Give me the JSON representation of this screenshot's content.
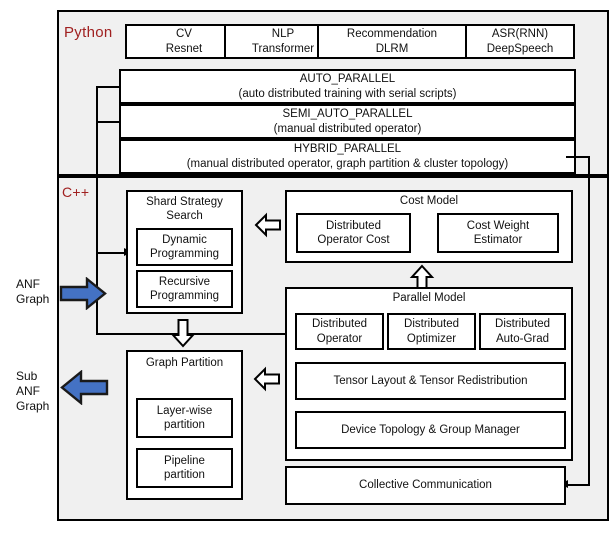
{
  "diagram": {
    "layers": {
      "python": {
        "label": "Python"
      },
      "cpp": {
        "label": "C++"
      }
    },
    "frontend_models": [
      {
        "line1": "CV",
        "line2": "Resnet"
      },
      {
        "line1": "NLP",
        "line2": "Transformer"
      },
      {
        "line1": "Recommendation",
        "line2": "DLRM"
      },
      {
        "line1": "ASR(RNN)",
        "line2": "DeepSpeech"
      }
    ],
    "parallel_modes": [
      {
        "title": "AUTO_PARALLEL",
        "subtitle": "(auto distributed training with serial scripts)"
      },
      {
        "title": "SEMI_AUTO_PARALLEL",
        "subtitle": "(manual distributed operator)"
      },
      {
        "title": "HYBRID_PARALLEL",
        "subtitle": "(manual distributed operator, graph partition & cluster topology)"
      }
    ],
    "shard_strategy_search": {
      "title_line1": "Shard Strategy",
      "title_line2": "Search",
      "items": [
        {
          "line1": "Dynamic",
          "line2": "Programming"
        },
        {
          "line1": "Recursive",
          "line2": "Programming"
        }
      ]
    },
    "cost_model": {
      "title": "Cost Model",
      "items": [
        {
          "line1": "Distributed",
          "line2": "Operator Cost"
        },
        {
          "line1": "Cost Weight",
          "line2": "Estimator"
        }
      ]
    },
    "parallel_model": {
      "title": "Parallel Model",
      "row_items": [
        {
          "line1": "Distributed",
          "line2": "Operator"
        },
        {
          "line1": "Distributed",
          "line2": "Optimizer"
        },
        {
          "line1": "Distributed",
          "line2": "Auto-Grad"
        }
      ],
      "wide_items": [
        {
          "label": "Tensor Layout & Tensor Redistribution"
        },
        {
          "label": "Device Topology & Group Manager"
        }
      ]
    },
    "graph_partition": {
      "title": "Graph Partition",
      "items": [
        {
          "line1": "Layer-wise",
          "line2": "partition"
        },
        {
          "line1": "Pipeline",
          "line2": "partition"
        }
      ]
    },
    "collective_communication": {
      "label": "Collective Communication"
    },
    "io_labels": {
      "input": {
        "line1": "ANF",
        "line2": "Graph"
      },
      "output": {
        "line1": "Sub",
        "line2": "ANF",
        "line3": "Graph"
      }
    },
    "colors": {
      "lang_label": "#a02020",
      "flow_arrow_blue": "#4472c4",
      "frame_fill": "#f0f0f0",
      "box_stroke": "#000000"
    }
  }
}
